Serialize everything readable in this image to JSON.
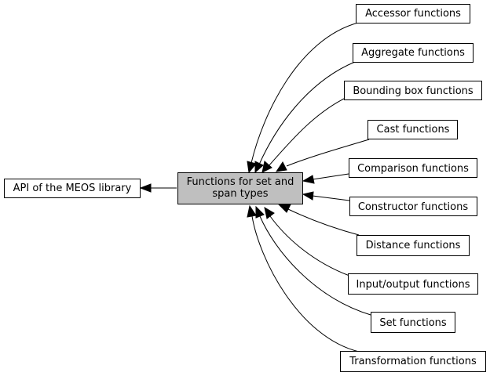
{
  "graph": {
    "api_node": {
      "label": "API of the MEOS library"
    },
    "current_node": {
      "label_lines": [
        "Functions for set and",
        "span types"
      ]
    },
    "children": [
      {
        "label": "Accessor functions"
      },
      {
        "label": "Aggregate functions"
      },
      {
        "label": "Bounding box functions"
      },
      {
        "label": "Cast functions"
      },
      {
        "label": "Comparison functions"
      },
      {
        "label": "Constructor functions"
      },
      {
        "label": "Distance functions"
      },
      {
        "label": "Input/output functions"
      },
      {
        "label": "Set functions"
      },
      {
        "label": "Transformation functions"
      }
    ]
  },
  "colors": {
    "current_node_fill": "#bfbfbf",
    "node_fill": "#ffffff",
    "stroke": "#000000"
  }
}
